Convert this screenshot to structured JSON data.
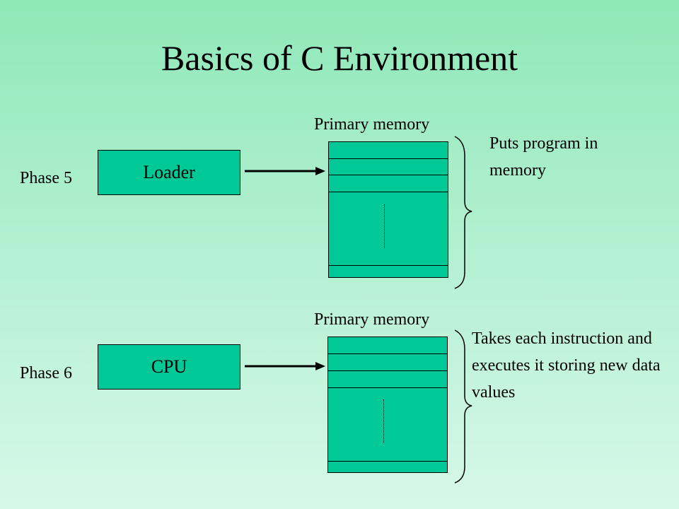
{
  "title": "Basics of C Environment",
  "phase5": {
    "phase_label": "Phase 5",
    "box_label": "Loader",
    "memory_label": "Primary memory",
    "description": "Puts program in memory"
  },
  "phase6": {
    "phase_label": "Phase 6",
    "box_label": "CPU",
    "memory_label": "Primary memory",
    "description": "Takes each instruction and executes it storing new data values"
  },
  "colors": {
    "box_fill": "#00c896",
    "background_top": "#8fe8b8",
    "background_bottom": "#d6f8e8"
  }
}
